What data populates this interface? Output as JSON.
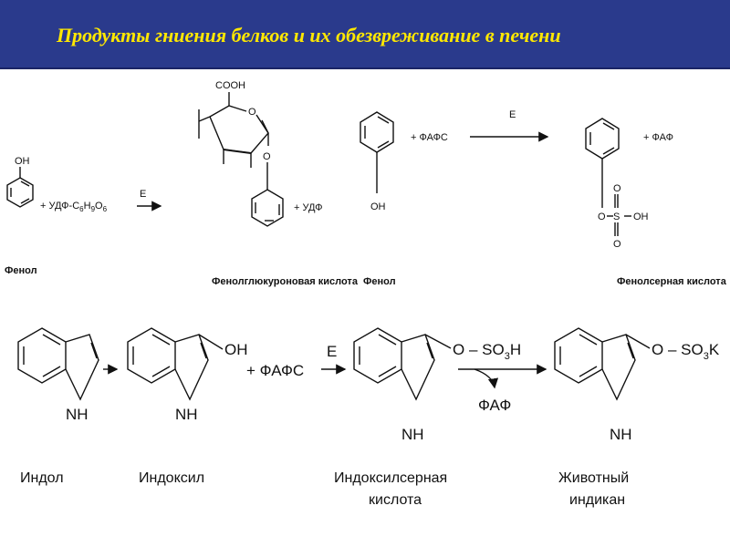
{
  "title": "Продукты гниения белков и их обезвреживание в печени",
  "top_row": {
    "oh": "OH",
    "plus_udf_glc": "+ УДФ-С",
    "sub6a": "6",
    "h": "Н",
    "sub9": "9",
    "o": "О",
    "sub6b": "6",
    "enzyme1": "Е",
    "cooh": "COOH",
    "ring_o": "O",
    "link_o": "O",
    "plus_udf": "+ УДФ",
    "phenol_label": "Фенол",
    "glucuronide_label": "Фенолглюкуроновая кислота",
    "phenol_oh": "OH",
    "phenol2_label": "Фенол",
    "plus_fafs": "+ ФАФС",
    "enzyme2": "Е",
    "plus_faf": "+ ФАФ",
    "sulfate_o_top": "O",
    "sulfate_o_left": "O",
    "sulfate_s": "S",
    "sulfate_oh": "OH",
    "sulfate_o_bottom": "O",
    "phenolsulfate_label": "Фенолсерная кислота"
  },
  "bottom_row": {
    "nh1": "NH",
    "nh2": "NH",
    "oh": "OH",
    "plus_fafs": "+ ФАФС",
    "enzyme": "Е",
    "nh3": "NH",
    "o_so3h": "O – SO",
    "sub3a": "3",
    "h": "H",
    "faf": "ФАФ",
    "nh4": "NH",
    "o_so3k": "O – SO",
    "sub3b": "3",
    "k": "K",
    "indole_label": "Индол",
    "indoxyl_label": "Индоксил",
    "indoxylsulfuric_label_1": "Индоксилсерная",
    "indoxylsulfuric_label_2": "кислота",
    "indican_label_1": "Животный",
    "indican_label_2": "индикан"
  }
}
